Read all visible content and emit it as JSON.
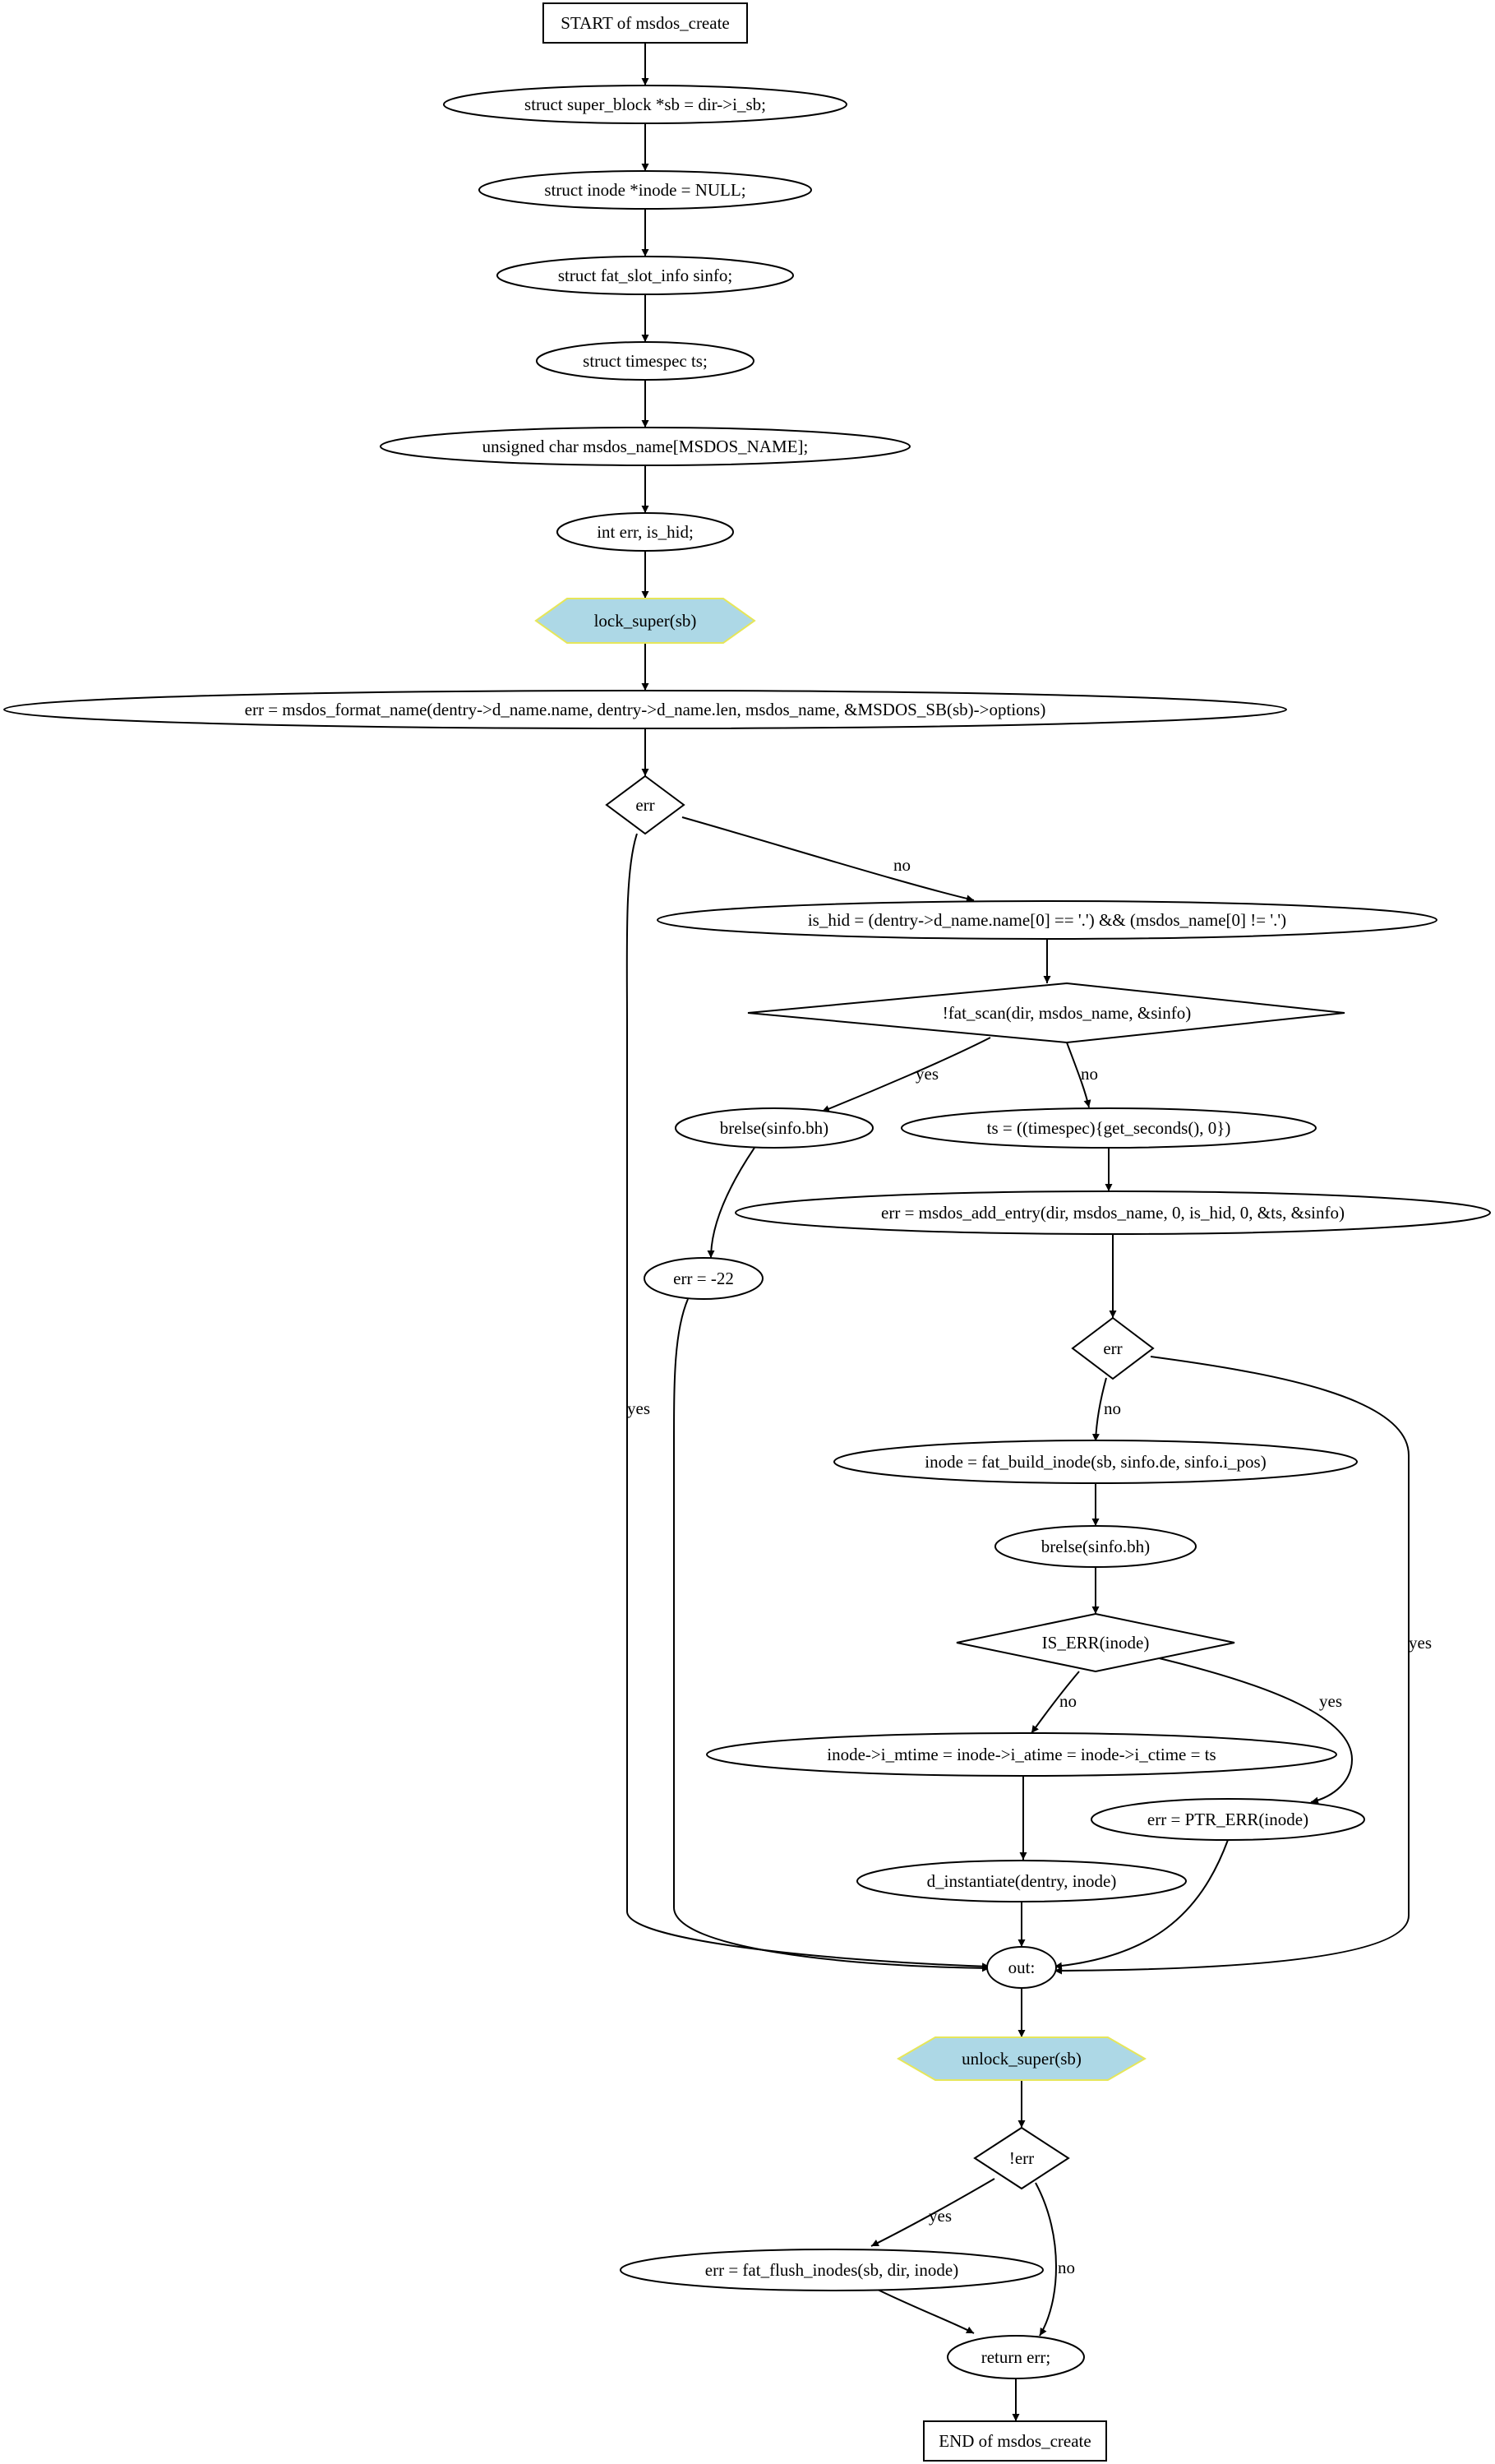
{
  "diagram": {
    "nodes": {
      "start": "START of msdos_create",
      "sb": "struct super_block *sb = dir->i_sb;",
      "inode_null": "struct inode *inode = NULL;",
      "sinfo": "struct fat_slot_info sinfo;",
      "ts_decl": "struct timespec ts;",
      "msdos_name_decl": "unsigned char msdos_name[MSDOS_NAME];",
      "err_decl": "int err, is_hid;",
      "lock_super": "lock_super(sb)",
      "format_name": "err = msdos_format_name(dentry->d_name.name, dentry->d_name.len, msdos_name, &MSDOS_SB(sb)->options)",
      "err1": "err",
      "is_hid": "is_hid = (dentry->d_name.name[0] == '.') && (msdos_name[0] != '.')",
      "fat_scan": "!fat_scan(dir, msdos_name, &sinfo)",
      "brelse1": "brelse(sinfo.bh)",
      "ts_assign": "ts = ((timespec){get_seconds(), 0})",
      "add_entry": "err = msdos_add_entry(dir, msdos_name, 0, is_hid, 0, &ts, &sinfo)",
      "err_22": "err = -22",
      "err2": "err",
      "build_inode": "inode = fat_build_inode(sb, sinfo.de, sinfo.i_pos)",
      "brelse2": "brelse(sinfo.bh)",
      "is_err": "IS_ERR(inode)",
      "times": "inode->i_mtime = inode->i_atime = inode->i_ctime = ts",
      "ptr_err": "err = PTR_ERR(inode)",
      "d_instantiate": "d_instantiate(dentry, inode)",
      "out": "out:",
      "unlock_super": "unlock_super(sb)",
      "not_err": "!err",
      "flush": "err = fat_flush_inodes(sb, dir, inode)",
      "return": "return err;",
      "end": "END of msdos_create"
    },
    "edge_labels": {
      "err1_no": "no",
      "err1_yes": "yes",
      "scan_yes": "yes",
      "scan_no": "no",
      "err2_no": "no",
      "err2_yes": "yes",
      "iserr_no": "no",
      "iserr_yes": "yes",
      "noterr_yes": "yes",
      "noterr_no": "no"
    }
  }
}
